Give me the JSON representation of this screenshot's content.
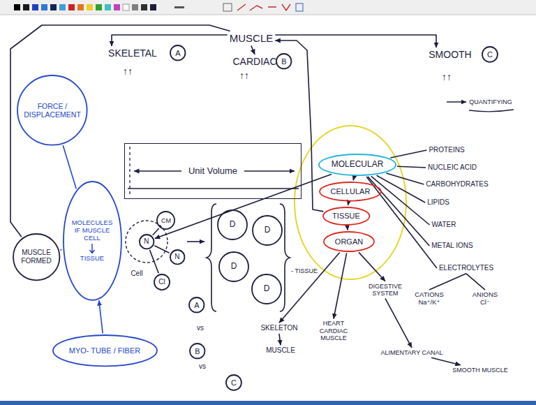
{
  "diagram": {
    "nodes": [
      {
        "text": [
          "MUSCLE"
        ]
      },
      {
        "text": [
          "SKELETAL"
        ]
      },
      {
        "text": [
          "A"
        ]
      },
      {
        "text": [
          "CARDIAC"
        ]
      },
      {
        "text": [
          "B"
        ]
      },
      {
        "text": [
          "SMOOTH"
        ]
      },
      {
        "text": [
          "C"
        ]
      },
      {
        "text": [
          "FORCE / DISPLACEMENT"
        ]
      },
      {
        "text": [
          "Unit Volume"
        ]
      },
      {
        "text": [
          "MOLECULAR"
        ]
      },
      {
        "text": [
          "PROTEINS"
        ]
      },
      {
        "text": [
          "NUCLEIC ACID"
        ]
      },
      {
        "text": [
          "CARBOHYDRATES"
        ]
      },
      {
        "text": [
          "CELLULAR"
        ]
      },
      {
        "text": [
          "MOLECULES IF MUSCLE CELL",
          "TISSUE"
        ]
      },
      {
        "text": [
          "CM"
        ]
      },
      {
        "text": [
          "N"
        ]
      },
      {
        "text": [
          "N"
        ]
      },
      {
        "text": [
          "Cl"
        ]
      },
      {
        "text": [
          "D"
        ]
      },
      {
        "text": [
          "D"
        ]
      },
      {
        "text": [
          "D"
        ]
      },
      {
        "text": [
          "D"
        ]
      },
      {
        "text": [
          "TISSUE"
        ]
      },
      {
        "text": [
          "LIPIDS"
        ]
      },
      {
        "text": [
          "WATER"
        ]
      },
      {
        "text": [
          "ORGAN"
        ]
      },
      {
        "text": [
          "MUSCLE FORMED"
        ]
      },
      {
        "text": [
          "METAL IONS"
        ]
      },
      {
        "text": [
          "ELECTROLYTES"
        ]
      },
      {
        "text": [
          "DIGESTIVE SYSTEM"
        ]
      },
      {
        "text": [
          "CATIONS",
          "Na⁺/K⁺"
        ]
      },
      {
        "text": [
          "ANIONS",
          "Cl⁻"
        ]
      },
      {
        "text": [
          "A"
        ]
      },
      {
        "text": [
          "SKELETON"
        ]
      },
      {
        "text": [
          "HEART CARDIAC MUSCLE"
        ]
      },
      {
        "text": [
          "MUSCLE"
        ]
      },
      {
        "text": [
          "B"
        ]
      },
      {
        "text": [
          "MYO- TUBE / FIBER"
        ]
      },
      {
        "text": [
          "ALIMENTARY CANAL"
        ]
      },
      {
        "text": [
          "C"
        ]
      },
      {
        "text": [
          "SMOOTH MUSCLE"
        ]
      }
    ],
    "edges": [
      {
        "from": 0,
        "to": 1,
        "arrow": "to"
      },
      {
        "from": 0,
        "to": 3,
        "arrow": "to"
      },
      {
        "from": 0,
        "to": 5,
        "arrow": "to"
      },
      {
        "from": 23,
        "to": 0,
        "arrow": "to"
      },
      {
        "from": 0,
        "to": 27,
        "arrow": "none"
      },
      {
        "from": 7,
        "to": 14,
        "arrow": "none"
      },
      {
        "from": 14,
        "to": 27,
        "arrow": "none"
      },
      {
        "from": 38,
        "to": 14,
        "arrow": "to"
      },
      {
        "from": 9,
        "to": 16,
        "arrow": "to"
      },
      {
        "from": 16,
        "to": 15,
        "arrow": "none"
      },
      {
        "from": 16,
        "to": 17,
        "arrow": "none"
      },
      {
        "from": 16,
        "to": 18,
        "arrow": "none"
      },
      {
        "from": 9,
        "to": 13,
        "arrow": "to"
      },
      {
        "from": 13,
        "to": 23,
        "arrow": "to"
      },
      {
        "from": 23,
        "to": 26,
        "arrow": "to"
      },
      {
        "from": 9,
        "to": 10,
        "arrow": "none"
      },
      {
        "from": 9,
        "to": 11,
        "arrow": "none"
      },
      {
        "from": 9,
        "to": 12,
        "arrow": "none"
      },
      {
        "from": 9,
        "to": 24,
        "arrow": "none"
      },
      {
        "from": 9,
        "to": 25,
        "arrow": "none"
      },
      {
        "from": 9,
        "to": 28,
        "arrow": "none"
      },
      {
        "from": 9,
        "to": 29,
        "arrow": "none"
      },
      {
        "from": 29,
        "to": 31,
        "arrow": "none"
      },
      {
        "from": 29,
        "to": 32,
        "arrow": "none"
      },
      {
        "from": 26,
        "to": 34,
        "arrow": "to"
      },
      {
        "from": 26,
        "to": 35,
        "arrow": "to"
      },
      {
        "from": 26,
        "to": 30,
        "arrow": "to"
      },
      {
        "from": 34,
        "to": 36,
        "arrow": "to"
      },
      {
        "from": 30,
        "to": 39,
        "arrow": "to"
      },
      {
        "from": 39,
        "to": 41,
        "arrow": "to"
      }
    ],
    "labels": [
      "↑↑",
      "↑↑",
      "↑↑",
      "QUANTIFYING",
      "Cell",
      "- TISSUE",
      "vs",
      "vs"
    ]
  }
}
